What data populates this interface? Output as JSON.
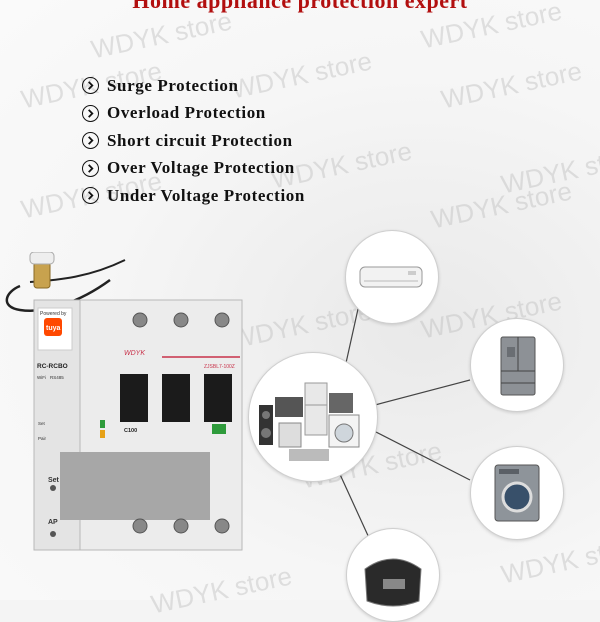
{
  "headline": "Home appliance protection expert",
  "features": [
    "Surge Protection",
    "Overload Protection",
    "Short circuit Protection",
    "Over Voltage Protection",
    "Under Voltage Protection"
  ],
  "watermark": "WDYK store",
  "breaker": {
    "powered_by": "Powered by",
    "tuya": "tuya",
    "model": "RC-RCBO",
    "wifi": "WiFi",
    "rs485": "RS485",
    "brand": "WDYK",
    "series": "ZJSBL7-100Z",
    "rating": "C100",
    "set_label": "Set",
    "ap_label": "AP",
    "set_small": "Set",
    "pair_small": "Pair"
  },
  "colors": {
    "headline": "#b20f0f",
    "breaker_line": "#c8324a"
  },
  "icons": [
    "chevron-right-icon"
  ]
}
